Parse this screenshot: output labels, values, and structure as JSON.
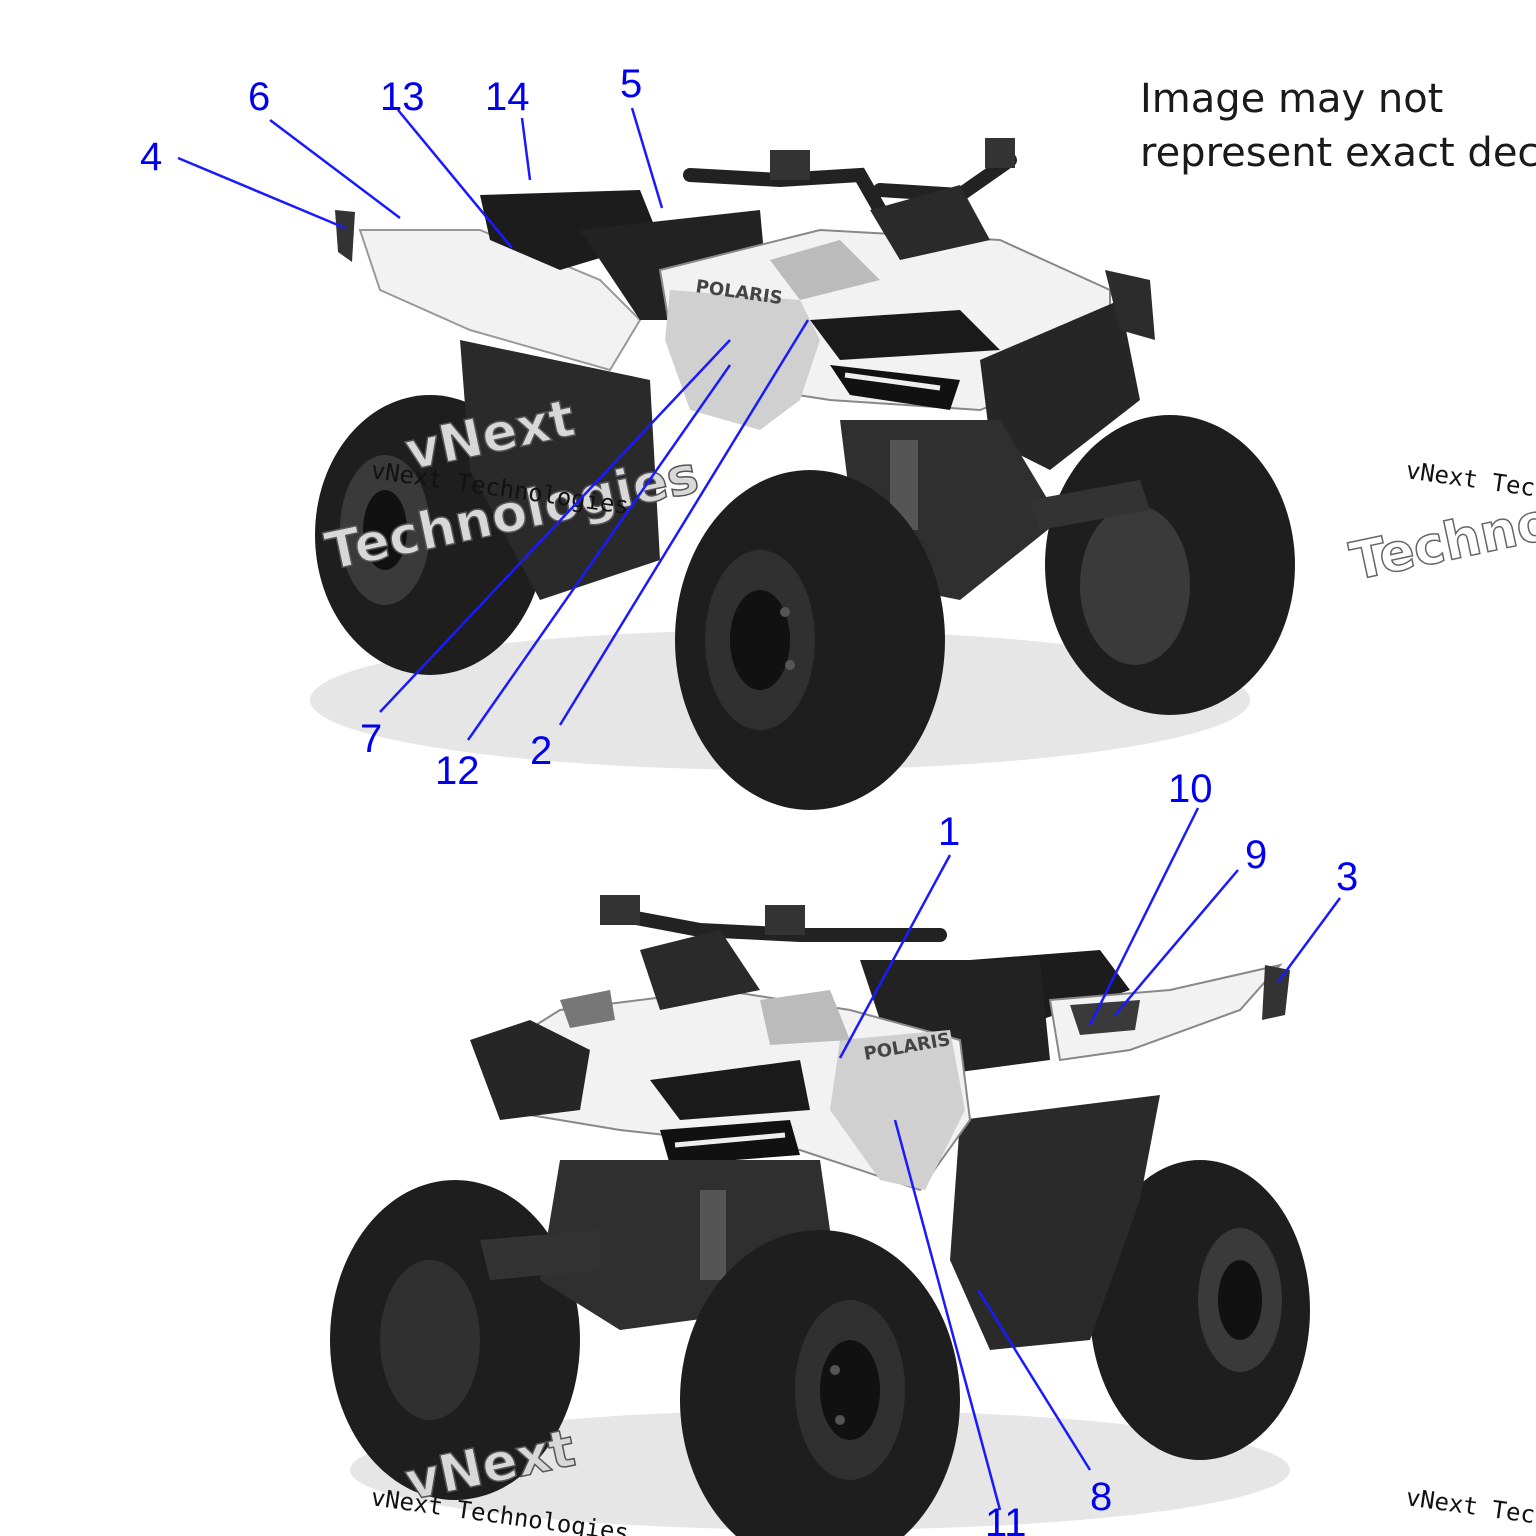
{
  "note": {
    "line1": "Image may not",
    "line2": "represent exact decal"
  },
  "callouts": {
    "c1": "1",
    "c2": "2",
    "c3": "3",
    "c4": "4",
    "c5": "5",
    "c6": "6",
    "c7": "7",
    "c8": "8",
    "c9": "9",
    "c10": "10",
    "c11": "11",
    "c12": "12",
    "c13": "13",
    "c14": "14"
  },
  "brand": "POLARIS",
  "watermark": {
    "line1": "vNext",
    "line2": "Technologies",
    "small": "vNext Technologies"
  },
  "colors": {
    "callout": "#0000ee",
    "leader": "#1a1aff",
    "body_dark": "#2a2a2a",
    "body_light": "#f2f2f2",
    "tire": "#1e1e1e"
  }
}
